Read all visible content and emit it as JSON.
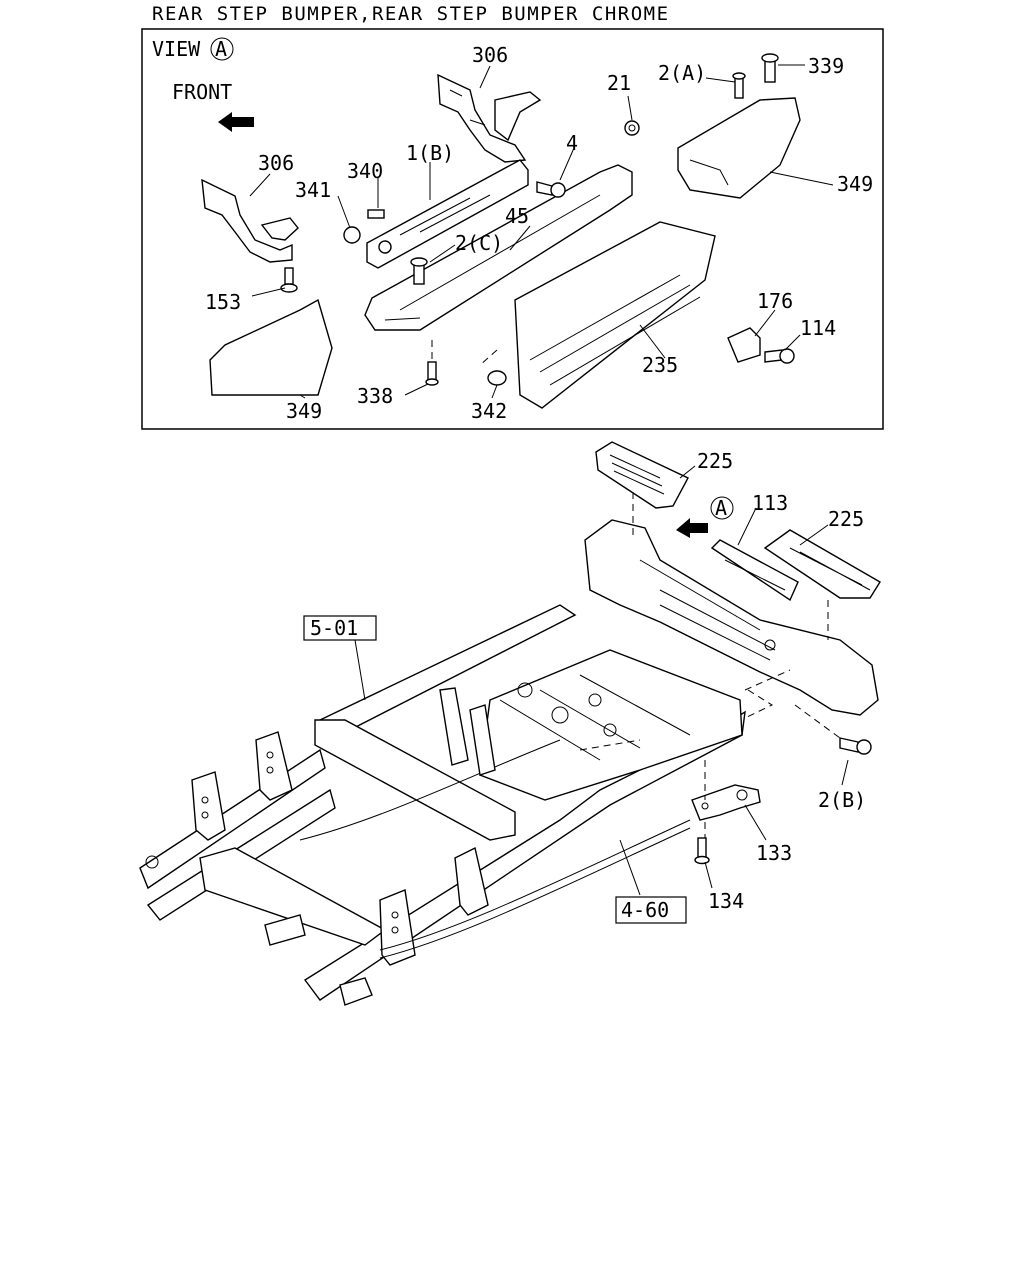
{
  "title": "REAR STEP BUMPER,REAR STEP BUMPER CHROME",
  "inset": {
    "view_label": "VIEW",
    "view_ref": "A",
    "front_label": "FRONT",
    "callouts": {
      "c306a": "306",
      "c306b": "306",
      "c21": "21",
      "c2a": "2(A)",
      "c339": "339",
      "c1b": "1(B)",
      "c4": "4",
      "c340": "340",
      "c341": "341",
      "c45": "45",
      "c2c": "2(C)",
      "c349a": "349",
      "c153": "153",
      "c176": "176",
      "c114": "114",
      "c235": "235",
      "c338": "338",
      "c342": "342",
      "c349b": "349"
    }
  },
  "main": {
    "view_ref": "A",
    "callouts": {
      "c225a": "225",
      "c113": "113",
      "c225b": "225",
      "c501": "5-01",
      "c2b": "2(B)",
      "c133": "133",
      "c134": "134",
      "c460": "4-60"
    }
  }
}
